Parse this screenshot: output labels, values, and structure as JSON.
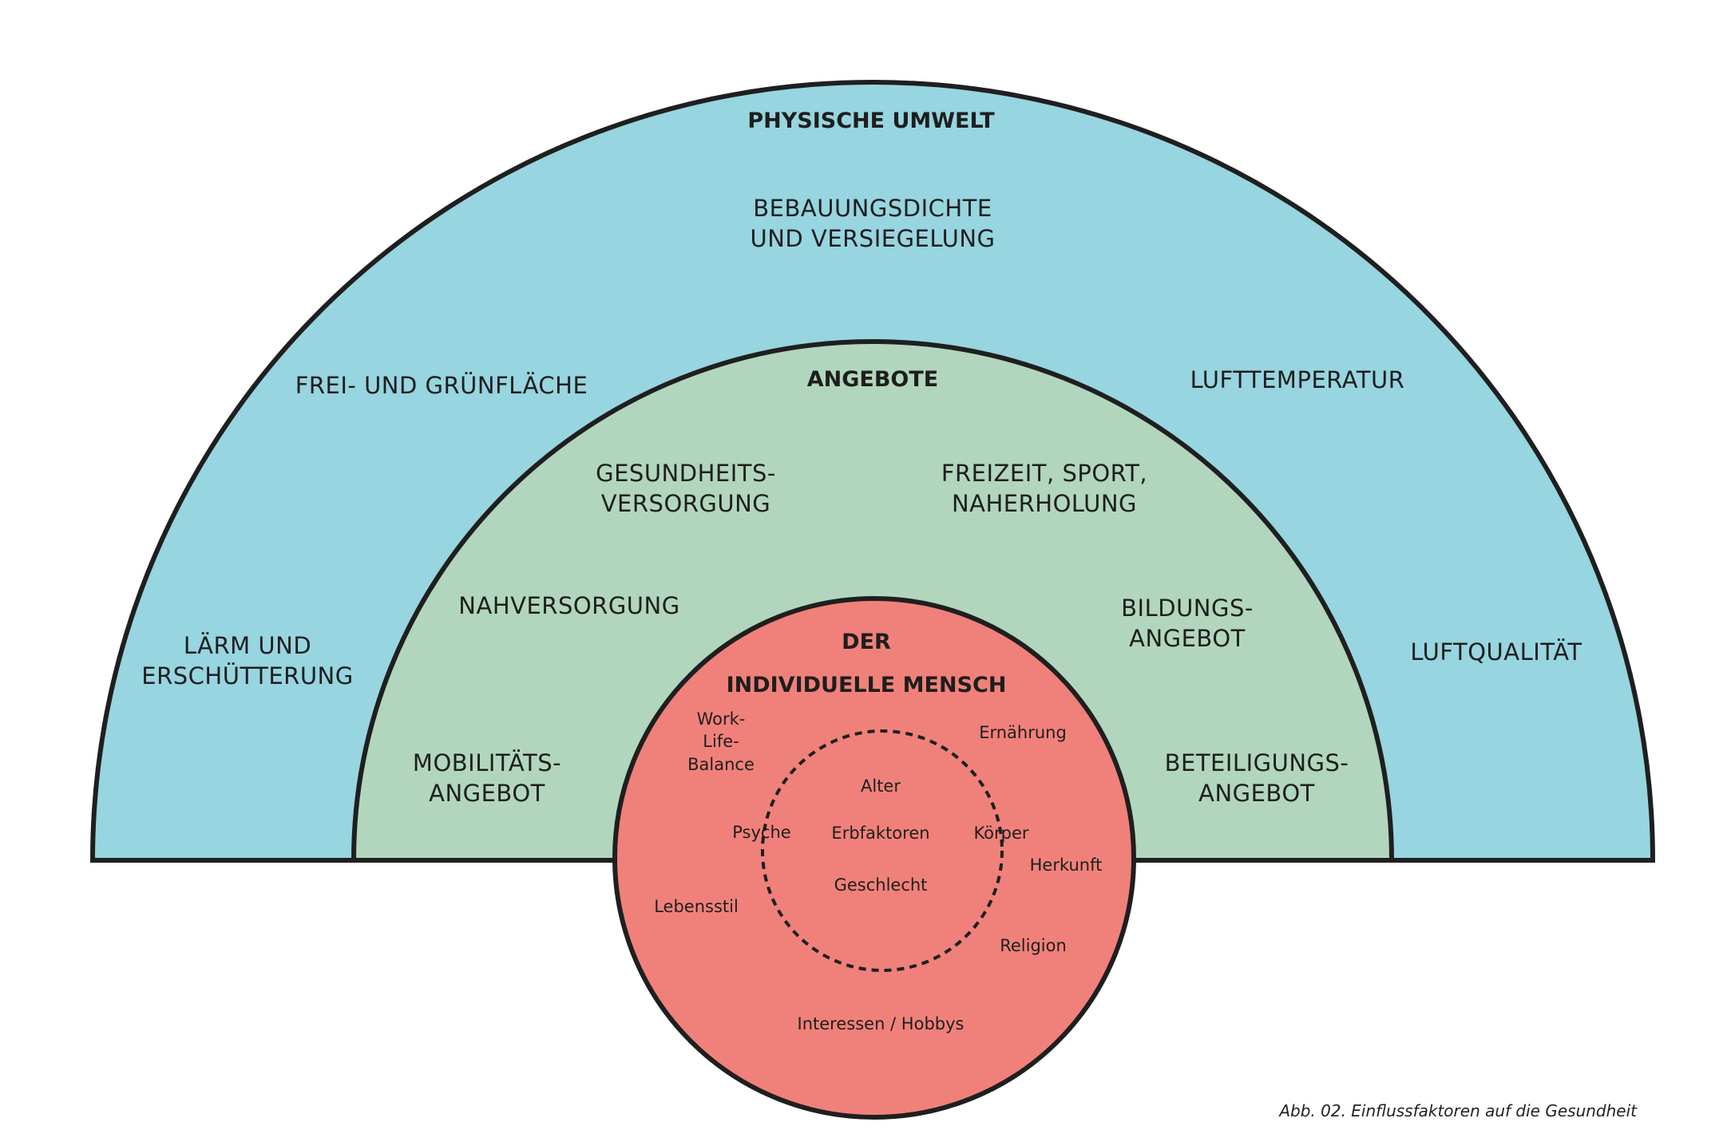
{
  "colors": {
    "outer_ring": "#97d5e0",
    "middle_ring": "#b1d6bd",
    "inner_circle": "#f0817a",
    "stroke": "#1f1f1f"
  },
  "physische_umwelt": {
    "title": "PHYSISCHE UMWELT",
    "bebauung": [
      "BEBAUUNGSDICHTE",
      "UND VERSIEGELUNG"
    ],
    "frei_gruen": "FREI- UND GRÜNFLÄCHE",
    "lufttemperatur": "LUFTTEMPERATUR",
    "laerm": [
      "LÄRM UND",
      "ERSCHÜTTERUNG"
    ],
    "luftqualitaet": "LUFTQUALITÄT"
  },
  "angebote": {
    "title": "ANGEBOTE",
    "gesundheit": [
      "GESUNDHEITS-",
      "VERSORGUNG"
    ],
    "freizeit": [
      "FREIZEIT, SPORT,",
      "NAHERHOLUNG"
    ],
    "nahversorgung": "NAHVERSORGUNG",
    "bildung": [
      "BILDUNGS-",
      "ANGEBOT"
    ],
    "mobilitaet": [
      "MOBILITÄTS-",
      "ANGEBOT"
    ],
    "beteiligung": [
      "BETEILIGUNGS-",
      "ANGEBOT"
    ]
  },
  "mensch": {
    "title": [
      "DER",
      "INDIVIDUELLE MENSCH"
    ],
    "work_life": [
      "Work-",
      "Life-",
      "Balance"
    ],
    "ernaehrung": "Ernährung",
    "psyche": "Psyche",
    "koerper": "Körper",
    "herkunft": "Herkunft",
    "lebensstil": "Lebensstil",
    "religion": "Religion",
    "interessen": "Interessen / Hobbys",
    "core": {
      "alter": "Alter",
      "erbfaktoren": "Erbfaktoren",
      "geschlecht": "Geschlecht"
    }
  },
  "caption": "Abb. 02. Einflussfaktoren auf die Gesundheit"
}
